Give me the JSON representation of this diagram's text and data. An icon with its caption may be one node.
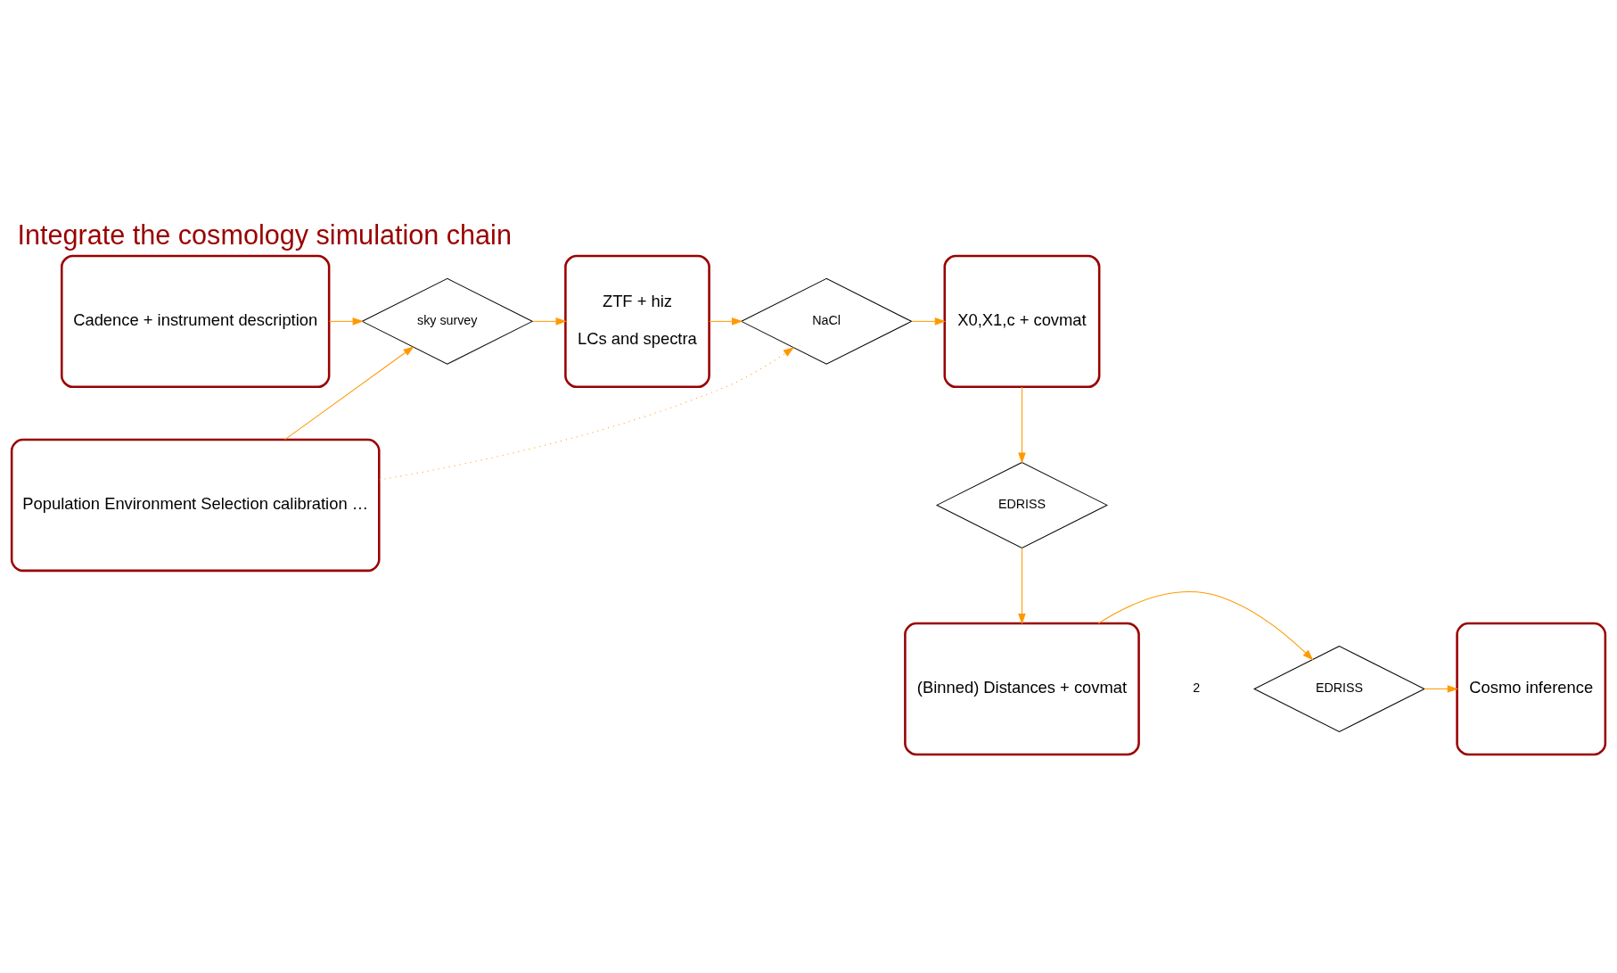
{
  "diagram": {
    "title": "Integrate the cosmology simulation chain",
    "nodes": [
      {
        "text": [
          "Cadence + instrument description"
        ]
      },
      {
        "text": [
          "sky survey"
        ]
      },
      {
        "text": [
          "ZTF + hiz",
          "LCs and spectra"
        ]
      },
      {
        "text": [
          "NaCl"
        ]
      },
      {
        "text": [
          "X0,X1,c + covmat"
        ]
      },
      {
        "text": [
          "EDRISS"
        ]
      },
      {
        "text": [
          "(Binned) Distances + covmat"
        ]
      },
      {
        "text": [
          "EDRISS"
        ]
      },
      {
        "text": [
          "Cosmo inference"
        ]
      },
      {
        "text": [
          "Population Environment Selection calibration …"
        ]
      }
    ],
    "edges": [
      {
        "from": 0,
        "to": 1,
        "arrow": "to"
      },
      {
        "from": 1,
        "to": 2,
        "arrow": "to"
      },
      {
        "from": 2,
        "to": 3,
        "arrow": "to"
      },
      {
        "from": 3,
        "to": 4,
        "arrow": "to"
      },
      {
        "from": 4,
        "to": 5,
        "arrow": "to"
      },
      {
        "from": 5,
        "to": 6,
        "arrow": "to"
      },
      {
        "from": 6,
        "to": 7,
        "arrow": "to"
      },
      {
        "from": 7,
        "to": 8,
        "arrow": "to"
      },
      {
        "from": 9,
        "to": 1,
        "arrow": "to"
      },
      {
        "from": 9,
        "to": 3,
        "arrow": "to",
        "style": "dashed"
      }
    ],
    "labels": [
      "2"
    ]
  }
}
